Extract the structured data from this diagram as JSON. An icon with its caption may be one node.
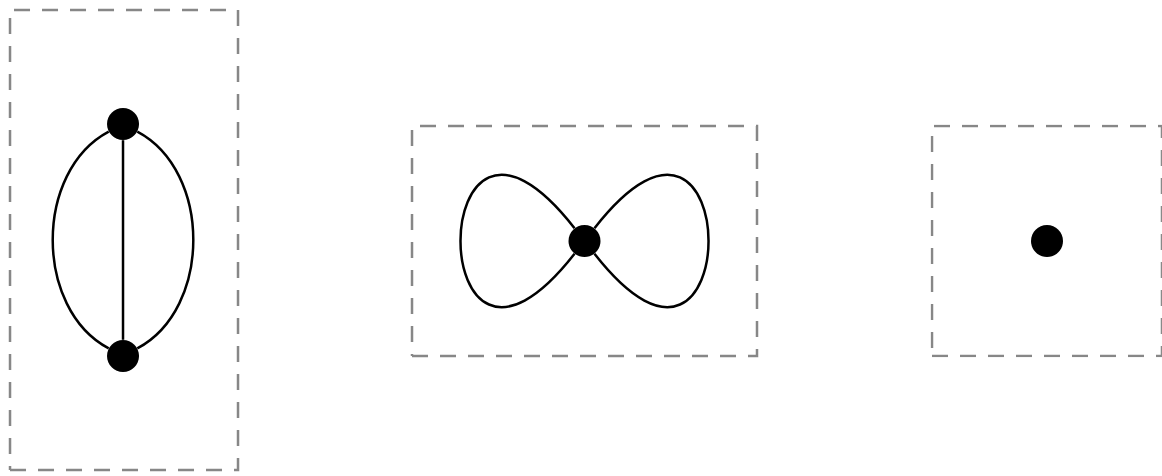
{
  "diagram": {
    "nodes": [
      {
        "text": [],
        "shape": "box"
      },
      {
        "text": [],
        "shape": "circle",
        "in": 0
      },
      {
        "text": [],
        "shape": "circle",
        "in": 0
      },
      {
        "text": [],
        "shape": "box"
      },
      {
        "text": [],
        "shape": "circle",
        "in": 3
      },
      {
        "text": [],
        "shape": "box"
      },
      {
        "text": [],
        "shape": "circle",
        "in": 5
      }
    ],
    "edges": [
      {
        "from": 1,
        "to": 2,
        "arrow": "none"
      },
      {
        "from": 1,
        "to": 2,
        "arrow": "none"
      },
      {
        "from": 1,
        "to": 2,
        "arrow": "none"
      },
      {
        "from": 4,
        "to": 4,
        "arrow": "none"
      },
      {
        "from": 4,
        "to": 4,
        "arrow": "none"
      }
    ]
  }
}
